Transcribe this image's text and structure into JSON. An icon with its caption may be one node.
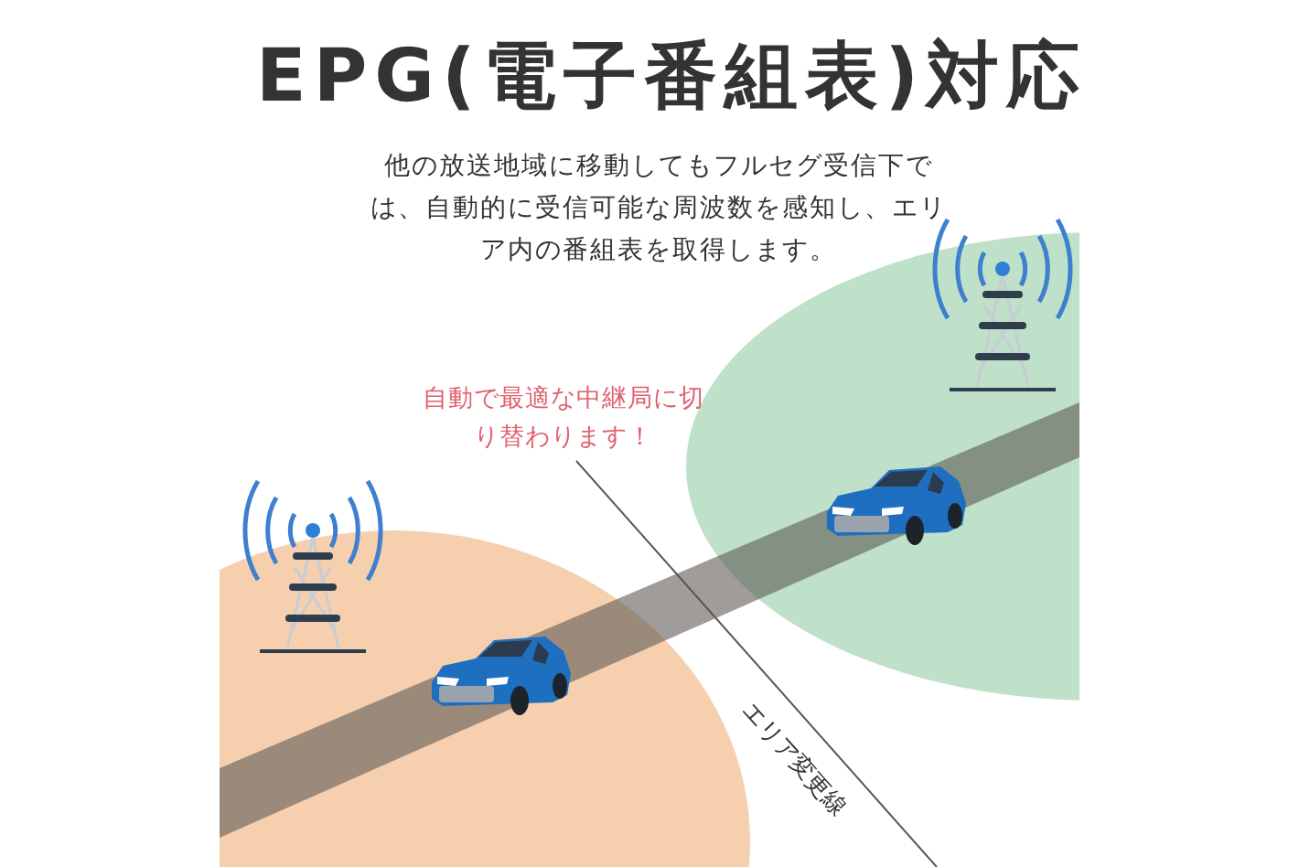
{
  "diagram": {
    "title": "EPG(電子番組表)対応",
    "labels": [
      "他の放送地域に移動してもフルセグ受信下では、自動的に受信可能な周波数を感知し、エリア内の番組表を取得します。",
      "自動で最適な中継局に切り替わります！",
      "エリア変更線"
    ]
  }
}
